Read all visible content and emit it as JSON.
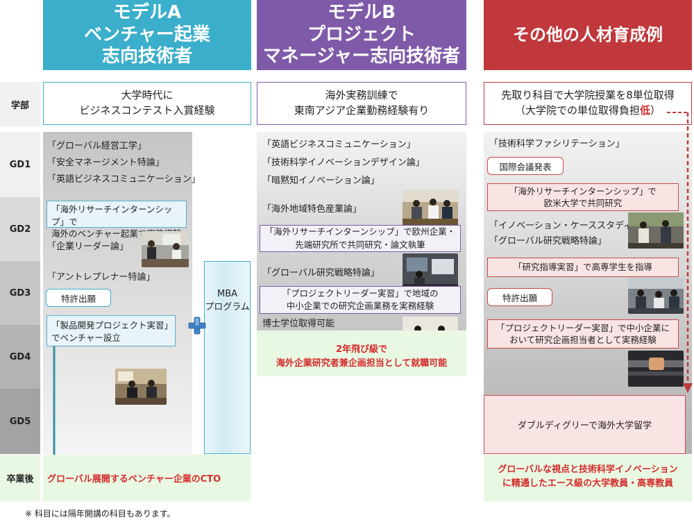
{
  "headers": {
    "model_a": [
      "モデルA",
      "ベンチャー起業",
      "志向技術者"
    ],
    "model_b": [
      "モデルB",
      "プロジェクト",
      "マネージャー志向技術者"
    ],
    "other": "その他の人材育成例"
  },
  "row_labels": {
    "undergrad": "学部",
    "gd1": "GD1",
    "gd2": "GD2",
    "gd3": "GD3",
    "gd4": "GD4",
    "gd5": "GD5",
    "after": "卒業後"
  },
  "undergrad": {
    "a": [
      "大学時代に",
      "ビジネスコンテスト入賞経験"
    ],
    "b": [
      "海外実務訓練で",
      "東南アジア企業勤務経験有り"
    ],
    "c_line1": "先取り科目で大学院授業を8単位取得",
    "c_line2_prefix": "（大学院での単位取得負担",
    "c_line2_red": "低",
    "c_line2_suffix": "）"
  },
  "model_a": {
    "gd1_courses": [
      "「グローバル経営工学」",
      "「安全マネージメント特論」",
      "「英語ビジネスコミュニケーション」"
    ],
    "internship": [
      "「海外リサーチインターンシップ」で",
      "海外のベンチャー起業で実務経験"
    ],
    "leader": "「企業リーダー論」",
    "entrepreneur": "「アントレプレナー特論」",
    "patent": "特許出願",
    "product_dev": [
      "「製品開発プロジェクト実習」",
      "でベンチャー設立"
    ],
    "mba": [
      "MBA",
      "プログラム"
    ],
    "plus": "+",
    "outcome": "グローバル展開するベンチャー企業のCTO"
  },
  "model_b": {
    "gd1_courses": [
      "「英語ビジネスコミュニケーション」",
      "「技術科学イノベーションデザイン論」",
      "「暗黙知イノベーション論」"
    ],
    "regional": "「海外地域特色産業論」",
    "internship": [
      "「海外リサーチインターンシップ」で欧州企業・",
      "先端研究所で共同研究・論文執筆"
    ],
    "global_strategy": "「グローバル研究戦略特論」",
    "project_leader": [
      "「プロジェクトリーダー実習」で地域の",
      "中小企業での研究企画業務を実務経験"
    ],
    "phd": "博士学位取得可能",
    "outcome": [
      "2年飛び級で",
      "海外企業研究者兼企画担当として就職可能"
    ]
  },
  "other": {
    "facilitation": "「技術科学ファシリテーション」",
    "conference": "国際会議発表",
    "internship": [
      "「海外リサーチインターンシップ」で",
      "欧米大学で共同研究"
    ],
    "case_study": "「イノベーション・ケーススタディ」",
    "global_strategy": "「グローバル研究戦略特論」",
    "research_guidance": "「研究指導実習」で高専学生を指導",
    "patent": "特許出願",
    "project_leader": [
      "「プロジェクトリーダー実習」で中小企業に",
      "おいて研究企画担当者として実務経験"
    ],
    "double_degree": "ダブルディグリーで海外大学留学",
    "outcome": [
      "グローバルな視点と技術科学イノベーション",
      "に精通したエース級の大学教員・高専教員"
    ]
  },
  "footnote": "※ 科目には隔年開講の科目もあります。",
  "colors": {
    "model_a": "#3aaecb",
    "model_b": "#7e5aa8",
    "other": "#c0383c",
    "outcome_red": "#d42a2a",
    "graduate_band": "#e9f8e3"
  }
}
